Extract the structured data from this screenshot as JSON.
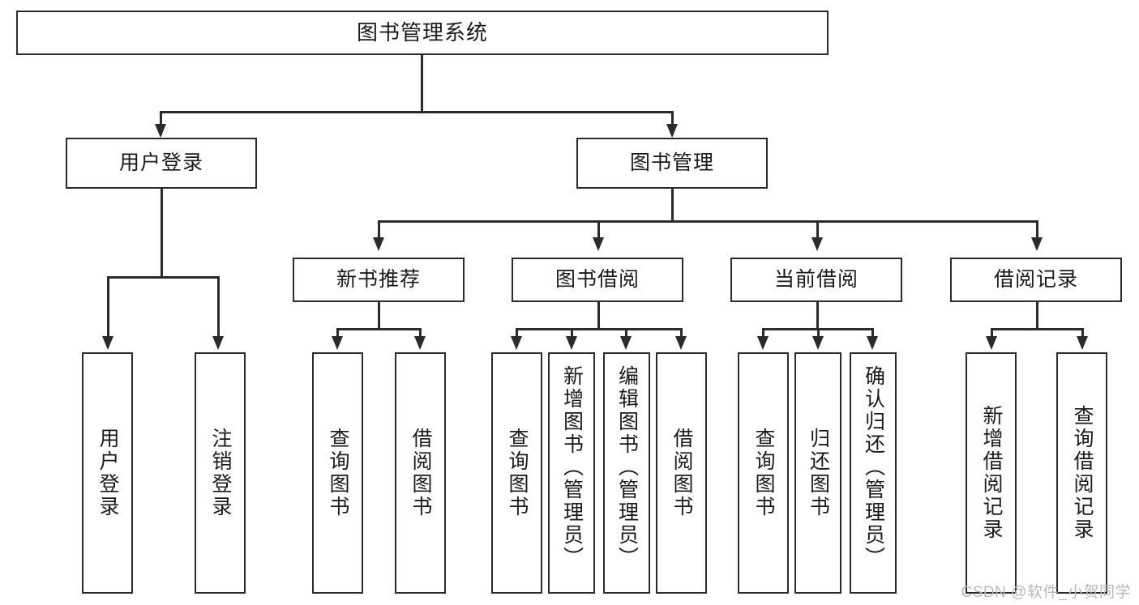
{
  "diagram": {
    "type": "tree-hierarchy-flowchart",
    "title": "图书管理系统",
    "root": {
      "id": "root",
      "label": "图书管理系统"
    },
    "level2": [
      {
        "id": "user-login",
        "label": "用户登录"
      },
      {
        "id": "book-management",
        "label": "图书管理"
      }
    ],
    "level3": [
      {
        "id": "new-book-recommend",
        "label": "新书推荐",
        "parent": "book-management"
      },
      {
        "id": "book-borrow",
        "label": "图书借阅",
        "parent": "book-management"
      },
      {
        "id": "current-borrow",
        "label": "当前借阅",
        "parent": "book-management"
      },
      {
        "id": "borrow-record",
        "label": "借阅记录",
        "parent": "book-management"
      }
    ],
    "leaves": [
      {
        "id": "leaf-user-login",
        "label": "用户登录",
        "parent": "user-login"
      },
      {
        "id": "leaf-logout-login",
        "label": "注销登录",
        "parent": "user-login"
      },
      {
        "id": "leaf-query-book-1",
        "label": "查询图书",
        "parent": "new-book-recommend"
      },
      {
        "id": "leaf-borrow-book-1",
        "label": "借阅图书",
        "parent": "new-book-recommend"
      },
      {
        "id": "leaf-query-book-2",
        "label": "查询图书",
        "parent": "book-borrow"
      },
      {
        "id": "leaf-add-book",
        "label": "新增图书（管理员）",
        "parent": "book-borrow"
      },
      {
        "id": "leaf-edit-book",
        "label": "编辑图书（管理员）",
        "parent": "book-borrow"
      },
      {
        "id": "leaf-borrow-book-2",
        "label": "借阅图书",
        "parent": "book-borrow"
      },
      {
        "id": "leaf-query-book-3",
        "label": "查询图书",
        "parent": "current-borrow"
      },
      {
        "id": "leaf-return-book",
        "label": "归还图书",
        "parent": "current-borrow"
      },
      {
        "id": "leaf-confirm-return",
        "label": "确认归还（管理员）",
        "parent": "current-borrow"
      },
      {
        "id": "leaf-add-record",
        "label": "新增借阅记录",
        "parent": "borrow-record"
      },
      {
        "id": "leaf-query-record",
        "label": "查询借阅记录",
        "parent": "borrow-record"
      }
    ]
  },
  "watermark": {
    "text": "CSDN @软件_小贺同学"
  },
  "colors": {
    "stroke": "#2b2b2b",
    "fill": "#ffffff",
    "text": "#1a1a1a",
    "watermark": "#b9b9b9"
  }
}
